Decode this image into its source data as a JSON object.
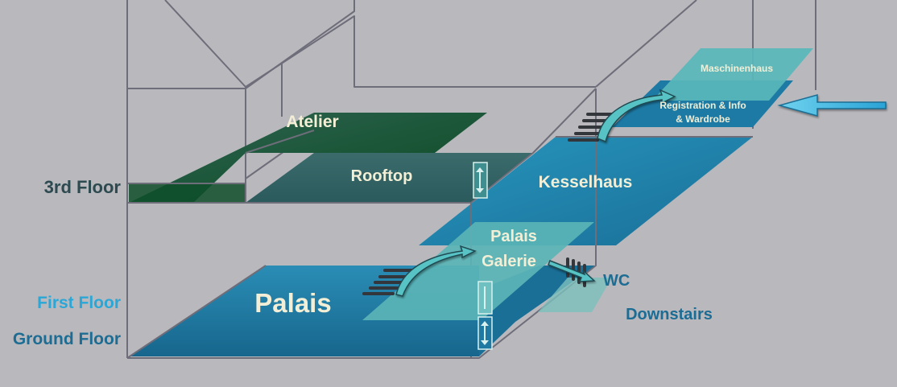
{
  "floors": {
    "third": "3rd Floor",
    "first": "First Floor",
    "ground": "Ground Floor"
  },
  "rooms": {
    "atelier": "Atelier",
    "rooftop": "Rooftop",
    "kesselhaus": "Kesselhaus",
    "maschinenhaus": "Maschinenhaus",
    "registration_line1": "Registration & Info",
    "registration_line2": "& Wardrobe",
    "palais_galerie_line1": "Palais",
    "palais_galerie_line2": "Galerie",
    "palais": "Palais",
    "wc": "WC",
    "downstairs": "Downstairs"
  },
  "colors": {
    "background": "#b9b8bc",
    "third_floor_dark": "#0e4a2a",
    "third_floor_teal": "#2f5e5f",
    "ground_floor_blue": "#1e7fa5",
    "first_floor_light": "#5ab4b6",
    "first_floor_label": "#2aa7d6",
    "ground_floor_label": "#1c6c94",
    "third_floor_label": "#2c4a50",
    "room_text": "#f2efd6"
  },
  "icons": [
    "stairs-icon",
    "elevator-icon",
    "entrance-arrow-icon",
    "route-arrow-icon"
  ]
}
